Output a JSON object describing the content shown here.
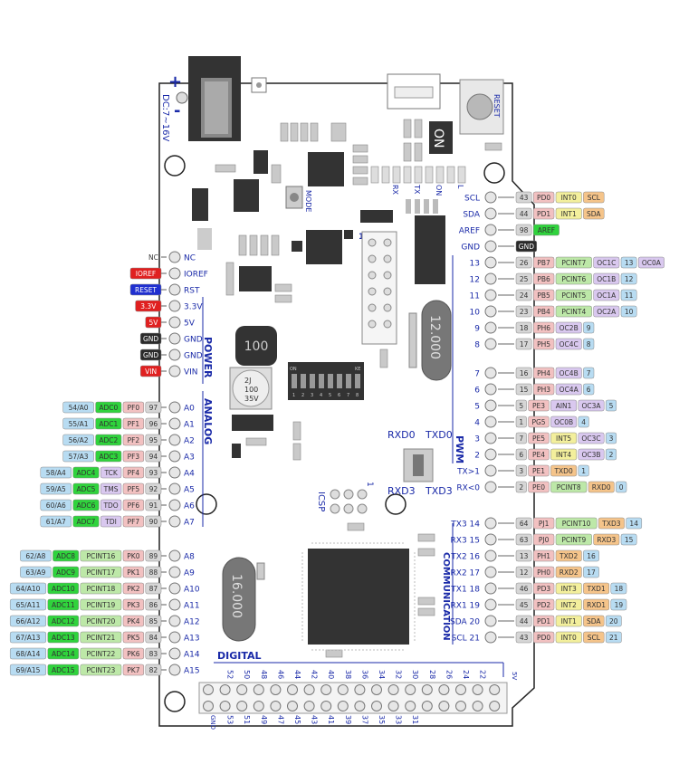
{
  "power_input": {
    "plus": "+",
    "minus": "-",
    "label": "DC:7~16V"
  },
  "buttons": {
    "reset": "RESET",
    "mode": "MODE"
  },
  "switch_label": "ON",
  "leds": {
    "rx": "RX",
    "tx": "TX",
    "on": "ON",
    "l": "L"
  },
  "crystals": {
    "big": "12.000",
    "small": "16.000"
  },
  "inductor": "100",
  "capacitor": [
    "2J",
    "100",
    "35V"
  ],
  "dip": {
    "left": "ON",
    "right": "KE",
    "numbers": [
      "1",
      "2",
      "3",
      "4",
      "5",
      "6",
      "7",
      "8"
    ]
  },
  "header_one": "1",
  "rxd_labels": {
    "rxd0": "RXD0",
    "txd0": "TXD0",
    "rxd3": "RXD3",
    "txd3": "TXD3"
  },
  "icsp": {
    "label": "ICSP",
    "one": "1"
  },
  "sections": {
    "power": "POWER",
    "analog": "ANALOG",
    "pwm": "PWM",
    "communication": "COMMUNICATION",
    "digital": "DIGITAL"
  },
  "bottom_header": {
    "top": [
      "52",
      "50",
      "48",
      "46",
      "44",
      "42",
      "40",
      "38",
      "36",
      "34",
      "32",
      "30",
      "28",
      "26",
      "24",
      "22"
    ],
    "bottom": [
      "53",
      "51",
      "49",
      "47",
      "45",
      "43",
      "41",
      "39",
      "37",
      "35",
      "33",
      "31"
    ],
    "gnd": "GND",
    "fivev": "5V"
  },
  "colors": {
    "dark": "#2b2b2b",
    "red": "#e02020",
    "blue": "#1f2fd0",
    "grey": "#d6d6d6",
    "pink": "#f2c1c1",
    "green": "#2fd33c",
    "lightgreen": "#bde8a8",
    "orange": "#f5c48a",
    "yellow": "#f3ef9c",
    "purple": "#d9c8ef",
    "lightblue": "#b8dcf2",
    "ink": "#1a2aa8"
  },
  "left_pins": [
    {
      "label": "NC",
      "tags": [
        {
          "t": "NC",
          "c": "plain"
        }
      ]
    },
    {
      "label": "IOREF",
      "tags": [
        {
          "t": "IOREF",
          "c": "red"
        }
      ]
    },
    {
      "label": "RST",
      "tags": [
        {
          "t": "RESET",
          "c": "blue"
        }
      ]
    },
    {
      "label": "3.3V",
      "tags": [
        {
          "t": "3.3V",
          "c": "red"
        }
      ]
    },
    {
      "label": "5V",
      "tags": [
        {
          "t": "5V",
          "c": "red"
        }
      ]
    },
    {
      "label": "GND",
      "tags": [
        {
          "t": "GND",
          "c": "dark"
        }
      ]
    },
    {
      "label": "GND",
      "tags": [
        {
          "t": "GND",
          "c": "dark"
        }
      ]
    },
    {
      "label": "VIN",
      "tags": [
        {
          "t": "VIN",
          "c": "red"
        }
      ]
    },
    {
      "label": "A0",
      "tags": [
        {
          "t": "54/A0",
          "c": "lightblue"
        },
        {
          "t": "ADC0",
          "c": "green"
        },
        {
          "t": "PF0",
          "c": "pink"
        },
        {
          "t": "97",
          "c": "grey"
        }
      ]
    },
    {
      "label": "A1",
      "tags": [
        {
          "t": "55/A1",
          "c": "lightblue"
        },
        {
          "t": "ADC1",
          "c": "green"
        },
        {
          "t": "PF1",
          "c": "pink"
        },
        {
          "t": "96",
          "c": "grey"
        }
      ]
    },
    {
      "label": "A2",
      "tags": [
        {
          "t": "56/A2",
          "c": "lightblue"
        },
        {
          "t": "ADC2",
          "c": "green"
        },
        {
          "t": "PF2",
          "c": "pink"
        },
        {
          "t": "95",
          "c": "grey"
        }
      ]
    },
    {
      "label": "A3",
      "tags": [
        {
          "t": "57/A3",
          "c": "lightblue"
        },
        {
          "t": "ADC3",
          "c": "green"
        },
        {
          "t": "PF3",
          "c": "pink"
        },
        {
          "t": "94",
          "c": "grey"
        }
      ]
    },
    {
      "label": "A4",
      "tags": [
        {
          "t": "58/A4",
          "c": "lightblue"
        },
        {
          "t": "ADC4",
          "c": "green"
        },
        {
          "t": "TCK",
          "c": "purple"
        },
        {
          "t": "PF4",
          "c": "pink"
        },
        {
          "t": "93",
          "c": "grey"
        }
      ]
    },
    {
      "label": "A5",
      "tags": [
        {
          "t": "59/A5",
          "c": "lightblue"
        },
        {
          "t": "ADC5",
          "c": "green"
        },
        {
          "t": "TMS",
          "c": "purple"
        },
        {
          "t": "PF5",
          "c": "pink"
        },
        {
          "t": "92",
          "c": "grey"
        }
      ]
    },
    {
      "label": "A6",
      "tags": [
        {
          "t": "60/A6",
          "c": "lightblue"
        },
        {
          "t": "ADC6",
          "c": "green"
        },
        {
          "t": "TDO",
          "c": "purple"
        },
        {
          "t": "PF6",
          "c": "pink"
        },
        {
          "t": "91",
          "c": "grey"
        }
      ]
    },
    {
      "label": "A7",
      "tags": [
        {
          "t": "61/A7",
          "c": "lightblue"
        },
        {
          "t": "ADC7",
          "c": "green"
        },
        {
          "t": "TDI",
          "c": "purple"
        },
        {
          "t": "PF7",
          "c": "pink"
        },
        {
          "t": "90",
          "c": "grey"
        }
      ]
    },
    {
      "label": "A8",
      "tags": [
        {
          "t": "62/A8",
          "c": "lightblue"
        },
        {
          "t": "ADC8",
          "c": "green"
        },
        {
          "t": "PCINT16",
          "c": "lightgreen"
        },
        {
          "t": "PK0",
          "c": "pink"
        },
        {
          "t": "89",
          "c": "grey"
        }
      ]
    },
    {
      "label": "A9",
      "tags": [
        {
          "t": "63/A9",
          "c": "lightblue"
        },
        {
          "t": "ADC9",
          "c": "green"
        },
        {
          "t": "PCINT17",
          "c": "lightgreen"
        },
        {
          "t": "PK1",
          "c": "pink"
        },
        {
          "t": "88",
          "c": "grey"
        }
      ]
    },
    {
      "label": "A10",
      "tags": [
        {
          "t": "64/A10",
          "c": "lightblue"
        },
        {
          "t": "ADC10",
          "c": "green"
        },
        {
          "t": "PCINT18",
          "c": "lightgreen"
        },
        {
          "t": "PK2",
          "c": "pink"
        },
        {
          "t": "87",
          "c": "grey"
        }
      ]
    },
    {
      "label": "A11",
      "tags": [
        {
          "t": "65/A11",
          "c": "lightblue"
        },
        {
          "t": "ADC11",
          "c": "green"
        },
        {
          "t": "PCINT19",
          "c": "lightgreen"
        },
        {
          "t": "PK3",
          "c": "pink"
        },
        {
          "t": "86",
          "c": "grey"
        }
      ]
    },
    {
      "label": "A12",
      "tags": [
        {
          "t": "66/A12",
          "c": "lightblue"
        },
        {
          "t": "ADC12",
          "c": "green"
        },
        {
          "t": "PCINT20",
          "c": "lightgreen"
        },
        {
          "t": "PK4",
          "c": "pink"
        },
        {
          "t": "85",
          "c": "grey"
        }
      ]
    },
    {
      "label": "A13",
      "tags": [
        {
          "t": "67/A13",
          "c": "lightblue"
        },
        {
          "t": "ADC13",
          "c": "green"
        },
        {
          "t": "PCINT21",
          "c": "lightgreen"
        },
        {
          "t": "PK5",
          "c": "pink"
        },
        {
          "t": "84",
          "c": "grey"
        }
      ]
    },
    {
      "label": "A14",
      "tags": [
        {
          "t": "68/A14",
          "c": "lightblue"
        },
        {
          "t": "ADC14",
          "c": "green"
        },
        {
          "t": "PCINT22",
          "c": "lightgreen"
        },
        {
          "t": "PK6",
          "c": "pink"
        },
        {
          "t": "83",
          "c": "grey"
        }
      ]
    },
    {
      "label": "A15",
      "tags": [
        {
          "t": "69/A15",
          "c": "lightblue"
        },
        {
          "t": "ADC15",
          "c": "green"
        },
        {
          "t": "PCINT23",
          "c": "lightgreen"
        },
        {
          "t": "PK7",
          "c": "pink"
        },
        {
          "t": "82",
          "c": "grey"
        }
      ]
    }
  ],
  "right_pins": [
    {
      "label": "SCL",
      "tags": [
        {
          "t": "43",
          "c": "grey"
        },
        {
          "t": "PD0",
          "c": "pink"
        },
        {
          "t": "INT0",
          "c": "yellow"
        },
        {
          "t": "SCL",
          "c": "orange"
        }
      ]
    },
    {
      "label": "SDA",
      "tags": [
        {
          "t": "44",
          "c": "grey"
        },
        {
          "t": "PD1",
          "c": "pink"
        },
        {
          "t": "INT1",
          "c": "yellow"
        },
        {
          "t": "SDA",
          "c": "orange"
        }
      ]
    },
    {
      "label": "AREF",
      "tags": [
        {
          "t": "98",
          "c": "grey"
        },
        {
          "t": "AREF",
          "c": "green"
        }
      ]
    },
    {
      "label": "GND",
      "tags": [
        {
          "t": "GND",
          "c": "dark"
        }
      ]
    },
    {
      "label": "13",
      "tags": [
        {
          "t": "26",
          "c": "grey"
        },
        {
          "t": "PB7",
          "c": "pink"
        },
        {
          "t": "PCINT7",
          "c": "lightgreen"
        },
        {
          "t": "OC1C",
          "c": "purple"
        },
        {
          "t": "13",
          "c": "lightblue"
        },
        {
          "t": "OC0A",
          "c": "purple"
        }
      ]
    },
    {
      "label": "12",
      "tags": [
        {
          "t": "25",
          "c": "grey"
        },
        {
          "t": "PB6",
          "c": "pink"
        },
        {
          "t": "PCINT6",
          "c": "lightgreen"
        },
        {
          "t": "OC1B",
          "c": "purple"
        },
        {
          "t": "12",
          "c": "lightblue"
        }
      ]
    },
    {
      "label": "11",
      "tags": [
        {
          "t": "24",
          "c": "grey"
        },
        {
          "t": "PB5",
          "c": "pink"
        },
        {
          "t": "PCINT5",
          "c": "lightgreen"
        },
        {
          "t": "OC1A",
          "c": "purple"
        },
        {
          "t": "11",
          "c": "lightblue"
        }
      ]
    },
    {
      "label": "10",
      "tags": [
        {
          "t": "23",
          "c": "grey"
        },
        {
          "t": "PB4",
          "c": "pink"
        },
        {
          "t": "PCINT4",
          "c": "lightgreen"
        },
        {
          "t": "OC2A",
          "c": "purple"
        },
        {
          "t": "10",
          "c": "lightblue"
        }
      ]
    },
    {
      "label": "9",
      "tags": [
        {
          "t": "18",
          "c": "grey"
        },
        {
          "t": "PH6",
          "c": "pink"
        },
        {
          "t": "OC2B",
          "c": "purple"
        },
        {
          "t": "9",
          "c": "lightblue"
        }
      ]
    },
    {
      "label": "8",
      "tags": [
        {
          "t": "17",
          "c": "grey"
        },
        {
          "t": "PH5",
          "c": "pink"
        },
        {
          "t": "OC4C",
          "c": "purple"
        },
        {
          "t": "8",
          "c": "lightblue"
        }
      ]
    },
    {
      "label": "7",
      "tags": [
        {
          "t": "16",
          "c": "grey"
        },
        {
          "t": "PH4",
          "c": "pink"
        },
        {
          "t": "OC4B",
          "c": "purple"
        },
        {
          "t": "7",
          "c": "lightblue"
        }
      ]
    },
    {
      "label": "6",
      "tags": [
        {
          "t": "15",
          "c": "grey"
        },
        {
          "t": "PH3",
          "c": "pink"
        },
        {
          "t": "OC4A",
          "c": "purple"
        },
        {
          "t": "6",
          "c": "lightblue"
        }
      ]
    },
    {
      "label": "5",
      "tags": [
        {
          "t": "5",
          "c": "grey"
        },
        {
          "t": "PE3",
          "c": "pink"
        },
        {
          "t": "AIN1",
          "c": "purple"
        },
        {
          "t": "OC3A",
          "c": "purple"
        },
        {
          "t": "5",
          "c": "lightblue"
        }
      ]
    },
    {
      "label": "4",
      "tags": [
        {
          "t": "1",
          "c": "grey"
        },
        {
          "t": "PG5",
          "c": "pink"
        },
        {
          "t": "OC0B",
          "c": "purple"
        },
        {
          "t": "4",
          "c": "lightblue"
        }
      ]
    },
    {
      "label": "3",
      "tags": [
        {
          "t": "7",
          "c": "grey"
        },
        {
          "t": "PE5",
          "c": "pink"
        },
        {
          "t": "INT5",
          "c": "yellow"
        },
        {
          "t": "OC3C",
          "c": "purple"
        },
        {
          "t": "3",
          "c": "lightblue"
        }
      ]
    },
    {
      "label": "2",
      "tags": [
        {
          "t": "6",
          "c": "grey"
        },
        {
          "t": "PE4",
          "c": "pink"
        },
        {
          "t": "INT4",
          "c": "yellow"
        },
        {
          "t": "OC3B",
          "c": "purple"
        },
        {
          "t": "2",
          "c": "lightblue"
        }
      ]
    },
    {
      "label": "TX>1",
      "tags": [
        {
          "t": "3",
          "c": "grey"
        },
        {
          "t": "PE1",
          "c": "pink"
        },
        {
          "t": "TXD0",
          "c": "orange"
        },
        {
          "t": "1",
          "c": "lightblue"
        }
      ]
    },
    {
      "label": "RX<0",
      "tags": [
        {
          "t": "2",
          "c": "grey"
        },
        {
          "t": "PE0",
          "c": "pink"
        },
        {
          "t": "PCINT8",
          "c": "lightgreen"
        },
        {
          "t": "RXD0",
          "c": "orange"
        },
        {
          "t": "0",
          "c": "lightblue"
        }
      ]
    },
    {
      "label": "TX3 14",
      "tags": [
        {
          "t": "64",
          "c": "grey"
        },
        {
          "t": "PJ1",
          "c": "pink"
        },
        {
          "t": "PCINT10",
          "c": "lightgreen"
        },
        {
          "t": "TXD3",
          "c": "orange"
        },
        {
          "t": "14",
          "c": "lightblue"
        }
      ]
    },
    {
      "label": "RX3 15",
      "tags": [
        {
          "t": "63",
          "c": "grey"
        },
        {
          "t": "PJ0",
          "c": "pink"
        },
        {
          "t": "PCINT9",
          "c": "lightgreen"
        },
        {
          "t": "RXD3",
          "c": "orange"
        },
        {
          "t": "15",
          "c": "lightblue"
        }
      ]
    },
    {
      "label": "TX2 16",
      "tags": [
        {
          "t": "13",
          "c": "grey"
        },
        {
          "t": "PH1",
          "c": "pink"
        },
        {
          "t": "TXD2",
          "c": "orange"
        },
        {
          "t": "16",
          "c": "lightblue"
        }
      ]
    },
    {
      "label": "RX2 17",
      "tags": [
        {
          "t": "12",
          "c": "grey"
        },
        {
          "t": "PH0",
          "c": "pink"
        },
        {
          "t": "RXD2",
          "c": "orange"
        },
        {
          "t": "17",
          "c": "lightblue"
        }
      ]
    },
    {
      "label": "TX1 18",
      "tags": [
        {
          "t": "46",
          "c": "grey"
        },
        {
          "t": "PD3",
          "c": "pink"
        },
        {
          "t": "INT3",
          "c": "yellow"
        },
        {
          "t": "TXD1",
          "c": "orange"
        },
        {
          "t": "18",
          "c": "lightblue"
        }
      ]
    },
    {
      "label": "RX1 19",
      "tags": [
        {
          "t": "45",
          "c": "grey"
        },
        {
          "t": "PD2",
          "c": "pink"
        },
        {
          "t": "INT2",
          "c": "yellow"
        },
        {
          "t": "RXD1",
          "c": "orange"
        },
        {
          "t": "19",
          "c": "lightblue"
        }
      ]
    },
    {
      "label": "SDA 20",
      "tags": [
        {
          "t": "44",
          "c": "grey"
        },
        {
          "t": "PD1",
          "c": "pink"
        },
        {
          "t": "INT1",
          "c": "yellow"
        },
        {
          "t": "SDA",
          "c": "orange"
        },
        {
          "t": "20",
          "c": "lightblue"
        }
      ]
    },
    {
      "label": "SCL 21",
      "tags": [
        {
          "t": "43",
          "c": "grey"
        },
        {
          "t": "PD0",
          "c": "pink"
        },
        {
          "t": "INT0",
          "c": "yellow"
        },
        {
          "t": "SCL",
          "c": "orange"
        },
        {
          "t": "21",
          "c": "lightblue"
        }
      ]
    }
  ]
}
